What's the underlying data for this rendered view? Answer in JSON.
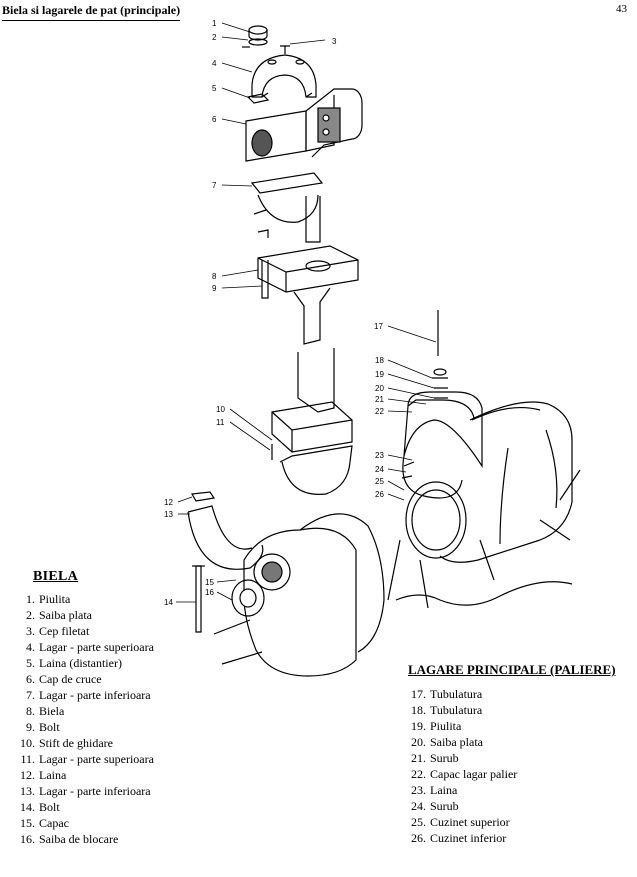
{
  "header": {
    "title": "Biela si lagarele de pat (principale)",
    "page_number": "43"
  },
  "callouts": [
    "1",
    "2",
    "3",
    "4",
    "5",
    "6",
    "7",
    "8",
    "9",
    "10",
    "11",
    "12",
    "13",
    "14",
    "15",
    "16",
    "17",
    "18",
    "19",
    "20",
    "21",
    "22",
    "23",
    "24",
    "25",
    "26"
  ],
  "biela": {
    "title": "BIELA",
    "items": [
      {
        "num": "1.",
        "text": "Piulita"
      },
      {
        "num": "2.",
        "text": "Saiba plata"
      },
      {
        "num": "3.",
        "text": "Cep filetat"
      },
      {
        "num": "4.",
        "text": "Lagar - parte superioara"
      },
      {
        "num": "5.",
        "text": "Laina (distantier)"
      },
      {
        "num": "6.",
        "text": "Cap de cruce"
      },
      {
        "num": "7.",
        "text": "Lagar - parte inferioara"
      },
      {
        "num": "8.",
        "text": "Biela"
      },
      {
        "num": "9.",
        "text": "Bolt"
      },
      {
        "num": "10.",
        "text": "Stift de ghidare"
      },
      {
        "num": "11.",
        "text": "Lagar - parte superioara"
      },
      {
        "num": "12.",
        "text": "Laina"
      },
      {
        "num": "13.",
        "text": "Lagar - parte inferioara"
      },
      {
        "num": "14.",
        "text": "Bolt"
      },
      {
        "num": "15.",
        "text": "Capac"
      },
      {
        "num": "16.",
        "text": "Saiba de blocare"
      }
    ]
  },
  "lagare": {
    "title": "LAGARE PRINCIPALE (PALIERE)",
    "items": [
      {
        "num": "17.",
        "text": "Tubulatura"
      },
      {
        "num": "18.",
        "text": "Tubulatura"
      },
      {
        "num": "19.",
        "text": "Piulita"
      },
      {
        "num": "20.",
        "text": "Saiba plata"
      },
      {
        "num": "21.",
        "text": "Surub"
      },
      {
        "num": "22.",
        "text": "Capac lagar palier"
      },
      {
        "num": "23.",
        "text": "Laina"
      },
      {
        "num": "24.",
        "text": "Surub"
      },
      {
        "num": "25.",
        "text": "Cuzinet superior"
      },
      {
        "num": "26.",
        "text": "Cuzinet inferior"
      }
    ]
  }
}
